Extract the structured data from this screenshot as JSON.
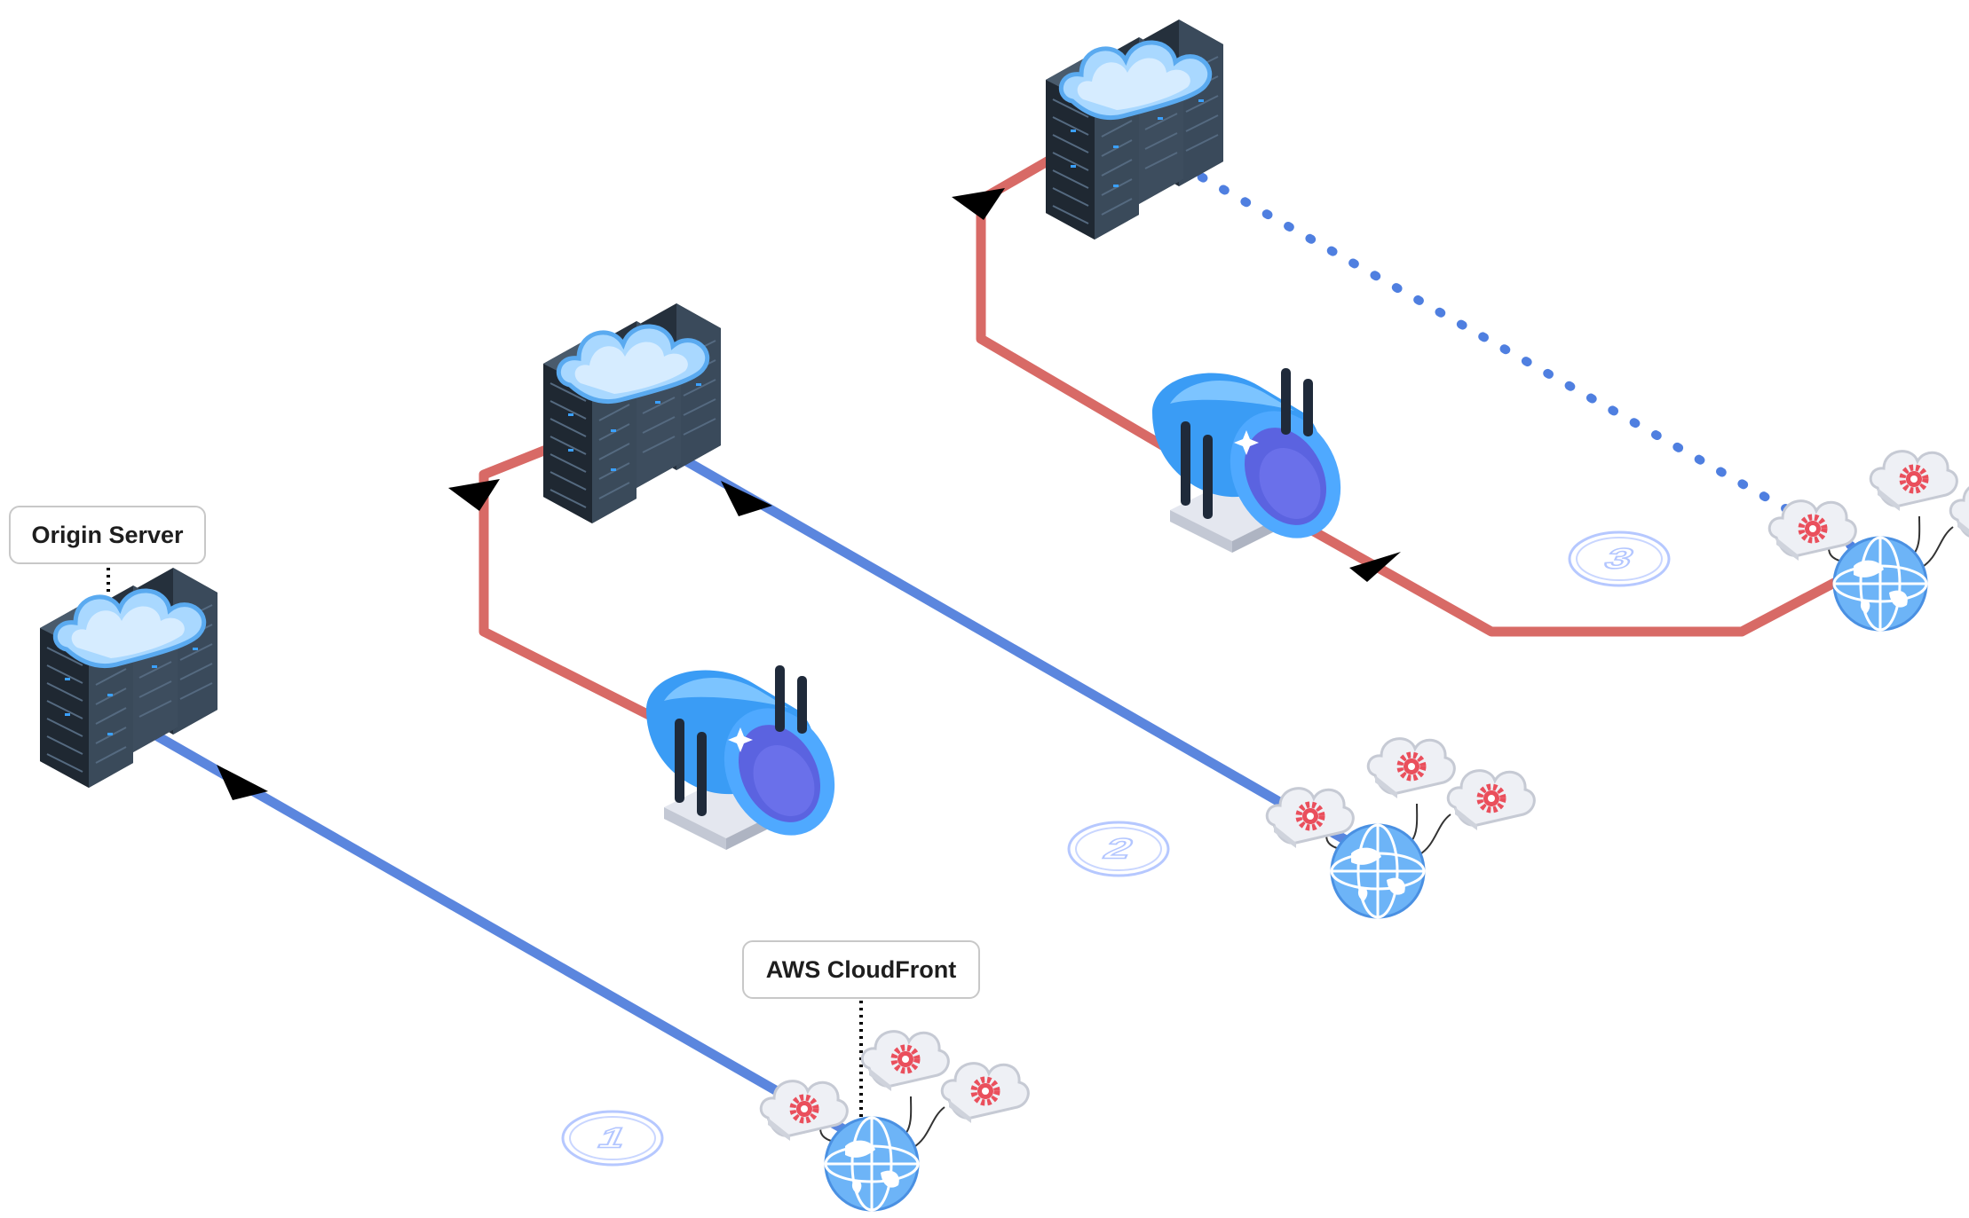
{
  "labels": {
    "origin_server": "Origin Server",
    "aws_cloudfront": "AWS CloudFront"
  },
  "scenarios": [
    {
      "number": "1"
    },
    {
      "number": "2"
    },
    {
      "number": "3"
    }
  ],
  "colors": {
    "request_path": "#5b86de",
    "origin_shield_path": "#d86a66",
    "dotted_path": "#4f7fe0",
    "server_body": "#2f3d4c",
    "cloud": "#8ec9ff",
    "cylinder": "#4aa8ff",
    "globe": "#5aa4f2",
    "gear": "#ea4f5c"
  }
}
